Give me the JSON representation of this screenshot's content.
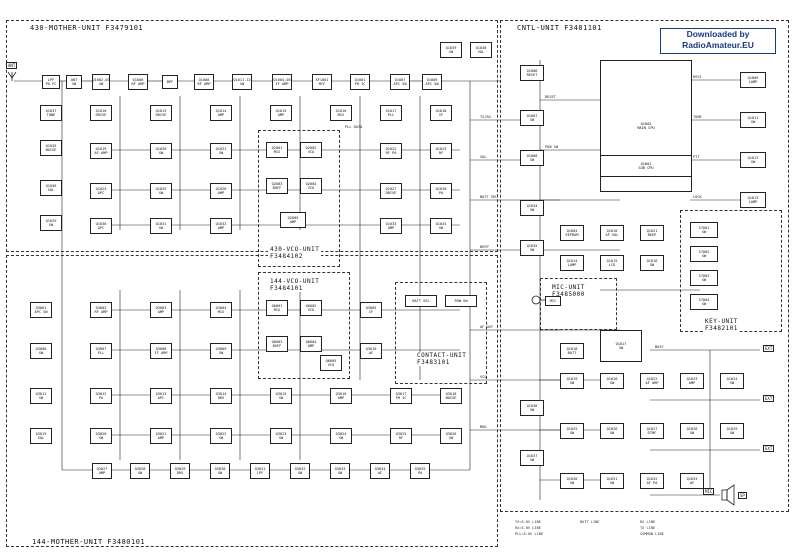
{
  "banner": {
    "line1": "Downloaded by",
    "line2": "RadioAmateur.EU"
  },
  "units": {
    "mother430": "430-MOTHER-UNIT   F3479101",
    "mother144": "144-MOTHER-UNIT   F3480101",
    "cntl": "CNTL-UNIT   F3481101",
    "vco430": "430-VCO-UNIT\nF3484102",
    "vco144": "144-VCO-UNIT\nF3484101",
    "contact": "CONTACT-UNIT\nF3483101",
    "mic": "MIC-UNIT\nF3485000",
    "key": "KEY-UNIT\nF3482101"
  },
  "ports": {
    "ant": "ANT",
    "mic": "MIC",
    "sp": "SP",
    "ext1": "EXT",
    "ext2": "EXT",
    "ext3": "EXT"
  },
  "blocks": {
    "b1": "LPF\nPA FC",
    "b2": "ANT\nSW",
    "b3": "Q1002,03\nSW",
    "b4": "Q1006\nRF AMP",
    "b5": "BPF",
    "b6": "Q1008\nRF AMP",
    "b7": "Q1011,12\nSW",
    "b8": "Q1004,05\nIF AMP",
    "b9": "XF1001\nMCF",
    "b10": "Q1001\nFM IC",
    "b11": "Q1007\nAPC SW",
    "b12": "Q1009\nAPC SW",
    "b13": "Q1010\nDRIVE",
    "b14": "Q1013\nDRIVE",
    "b15": "Q1014\nAMP",
    "b16": "Q1015\nAMP",
    "b17": "Q1016\nMIX",
    "b18": "Q1017\nPLL",
    "b19": "Q1018\nIF",
    "b20": "Q1019\nAF AMP",
    "b21": "Q1020\nSW",
    "b22": "Q1021\nSW",
    "b23": "Q1022\nRF PA",
    "b24": "Q1023\nRF",
    "b25": "Q1024\nAPC",
    "b26": "Q1025\nSW",
    "b27": "Q1026\nAMP",
    "b28": "Q1027\nDRIVE",
    "b29": "Q1028\nPA",
    "b30": "Q1029\nSW",
    "b31": "Q1030\nAPC",
    "b32": "Q1031\nSW",
    "b33": "Q1032\nAMP",
    "b34": "Q1033\nAMP",
    "b35": "Q1034\nSW",
    "b36": "Q1035\nNOISE",
    "b37": "Q1036\nSQL",
    "b38": "Q1037\nTONE",
    "b39": "Q1038\nVOL",
    "b40": "Q1039\nSW",
    "b41": "Q2001\nMIX",
    "b42": "Q2002\nVCO",
    "b43": "Q2003\nBUFF",
    "b44": "Q2004\nVCO",
    "b45": "Q2005\nAMP",
    "b46": "Q3001\nAPC SW",
    "b47": "Q3002\nRF AMP",
    "b48": "Q3003\nAMP",
    "b49": "Q3004\nMIX",
    "b50": "Q3005\nIF",
    "b51": "Q3006\nSW",
    "b52": "Q3007\nPLL",
    "b53": "Q3008\nIF AMP",
    "b54": "Q3009\nSW",
    "b55": "Q3010\nAF",
    "b56": "Q3011\nSW",
    "b57": "Q3012\nPA",
    "b58": "Q3013\nAPC",
    "b59": "Q3014\nDRV",
    "b60": "Q3015\nSW",
    "b61": "Q3016\nAMP",
    "b62": "Q3017\nFM IC",
    "b63": "Q3018\nNOISE",
    "b64": "Q3019\nSQL",
    "b65": "Q3020\nSW",
    "b66": "Q3021\nAMP",
    "b67": "Q3022\nSW",
    "b68": "Q3023\nSW",
    "b69": "Q3024\nSW",
    "b70": "Q3025\nRF",
    "b71": "Q3026\nSW",
    "b72": "Q3027\nAMP",
    "b73": "Q3028\nSW",
    "b74": "Q3029\nDRV",
    "b75": "Q3030\nSW",
    "b76": "Q3031\nLPF",
    "b77": "Q3032\nSW",
    "b78": "Q3033\nSW",
    "b79": "Q3034\nAF",
    "b80": "Q3035\nPA",
    "b81": "Q6001\nMIX",
    "b82": "Q6002\nVCO",
    "b83": "Q6003\nBUFF",
    "b84": "Q6004\nAMP",
    "b85": "Q6005\nVCO",
    "cpu1": "Q1002\nMAIN CPU",
    "cpu2": "Q1001\nSUB CPU",
    "eep": "Q1004\nEEPROM",
    "vd": "Q1010\nAF VOL",
    "bp": "Q1021\nBEEP",
    "c1": "Q1006\nRESET",
    "c2": "Q1007\nSW",
    "c3": "Q1008\nSW",
    "c4": "Q1009\nLAMP",
    "c5": "Q1011\nSW",
    "c6": "Q1012\nSW",
    "c7": "Q1013\nLAMP",
    "c8": "Q1014\nLAMP",
    "c9": "Q1015\nLCD",
    "c10": "Q1016\nSW",
    "c11": "Q1017\nSW",
    "c12": "Q1018\nBATT",
    "c13": "Q1019\nSW",
    "c14": "Q1020\nSW",
    "c15": "Q1022\nAF AMP",
    "c16": "Q1023\nAMP",
    "c17": "Q1024\nSW",
    "c18": "Q1025\nSW",
    "c19": "Q1026\nSW",
    "c20": "Q1027\nDTMF",
    "c21": "Q1028\nSW",
    "c22": "Q1029\nSW",
    "c23": "Q1030\nSW",
    "c24": "Q1031\nSW",
    "c25": "Q1032\nAF PA",
    "k1": "S7001\nSW",
    "k2": "S7002\nSW",
    "k3": "S7003\nSW",
    "k4": "S7004\nSW",
    "micsw": "MIC",
    "c26": "Q1033\nAF",
    "c27": "Q1034\nSW",
    "c28": "Q1035\nSW",
    "c29": "Q1036\nSW",
    "c30": "Q1037\nSW"
  },
  "signals": {
    "s1": "PLL DATA",
    "s2": "TX/RX",
    "s3": "SQL",
    "s4": "BATT SEL",
    "s5": "BEEP",
    "s6": "AF OUT",
    "s7": "VCO",
    "s8": "MOD",
    "s9": "RSSI",
    "s10": "TONE",
    "s11": "PTT",
    "s12": "LOCK",
    "s13": "BUSY",
    "s14": "RESET",
    "s15": "POW SW"
  },
  "legend": {
    "l1": "TX=5.0V LINE",
    "l2": "RX=5.0V LINE",
    "l3": "PLL=5.0V LINE",
    "l4": "BATT LINE",
    "l5": "RX LINE",
    "l6": "TX LINE",
    "l7": "COMMON LINE"
  }
}
